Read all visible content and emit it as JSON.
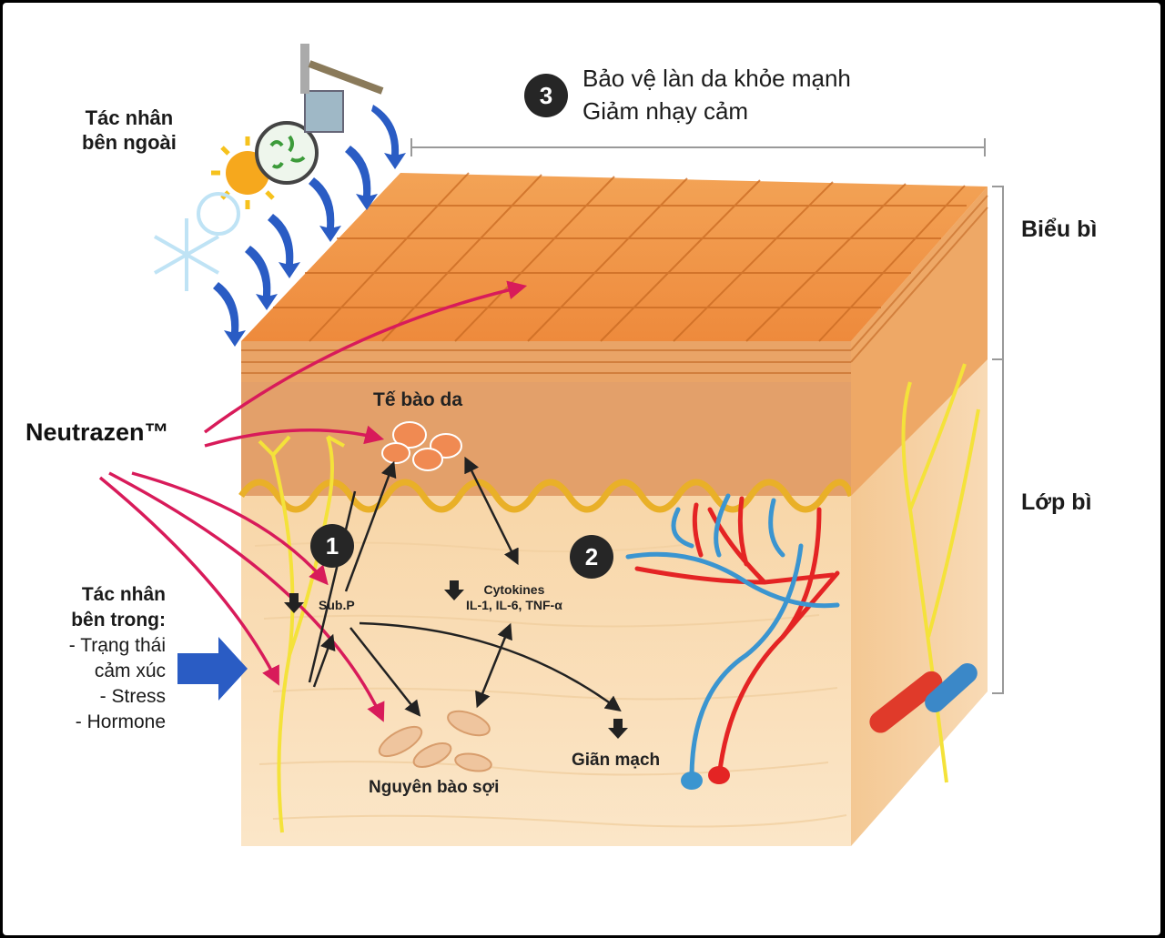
{
  "protect": {
    "badge": "3",
    "line1": "Bảo vệ làn da khỏe mạnh",
    "line2": "Giảm nhạy cảm"
  },
  "external_factors": {
    "line1": "Tác nhân",
    "line2": "bên ngoài"
  },
  "internal_factors": {
    "line1": "Tác nhân",
    "line2": "bên trong:",
    "items": [
      "- Trạng thái",
      "cảm xúc",
      "- Stress",
      "- Hormone"
    ]
  },
  "product": "Neutrazen™",
  "layers": {
    "epidermis": "Biểu bì",
    "dermis": "Lớp bì"
  },
  "labels": {
    "skin_cells": "Tế bào da",
    "badge1": "1",
    "badge2": "2",
    "subp": "Sub.P",
    "cytokines_line1": "Cytokines",
    "cytokines_line2": "IL-1, IL-6, TNF-α",
    "fibroblasts": "Nguyên bào sợi",
    "vasodilation": "Giãn mạch"
  },
  "colors": {
    "pink_arrow": "#d81b5a",
    "blue_arrow": "#2a5cc4",
    "epidermis_orange": "#f09245",
    "dermis_beige": "#f9dcb2",
    "artery_red": "#e42424",
    "vein_blue": "#3b95d0",
    "nerve_yellow": "#f4e23a"
  }
}
